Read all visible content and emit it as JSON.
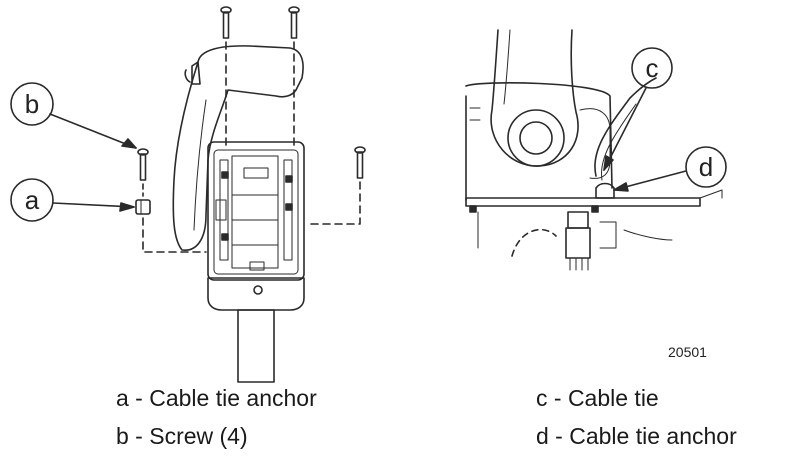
{
  "callouts": {
    "a": "a",
    "b": "b",
    "c": "c",
    "d": "d"
  },
  "figure_id": "20501",
  "legend": {
    "a": "a - Cable tie anchor",
    "b": "b - Screw (4)",
    "c": "c - Cable tie",
    "d": "d - Cable tie anchor"
  }
}
